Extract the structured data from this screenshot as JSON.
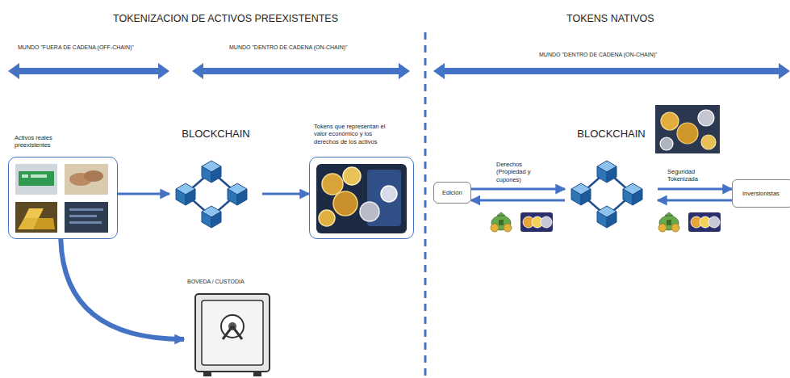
{
  "diagram": {
    "nodes": [
      {
        "text": [
          "Activos reales preexistentes"
        ]
      },
      {
        "text": [
          "BLOCKCHAIN"
        ]
      },
      {
        "text": [
          "Tokens que representan el valor económico y los derechos de los activos"
        ]
      },
      {
        "text": [
          "BOVEDA / CUSTODIA"
        ]
      },
      {
        "text": [
          "Edición"
        ]
      },
      {
        "text": [
          "BLOCKCHAIN"
        ]
      },
      {
        "text": [
          "Inversionistas"
        ]
      }
    ],
    "edges": [
      {
        "from": 0,
        "to": 1,
        "arrow": "to"
      },
      {
        "from": 1,
        "to": 2,
        "arrow": "to"
      },
      {
        "from": 0,
        "to": 3,
        "arrow": "to"
      },
      {
        "from": 4,
        "to": 5,
        "label": "Derechos (Propiedad y cupones)",
        "arrow": "to"
      },
      {
        "from": 5,
        "to": 4,
        "arrow": "to"
      },
      {
        "from": 5,
        "to": 6,
        "label": "Seguridad Tokenizada",
        "arrow": "to"
      },
      {
        "from": 6,
        "to": 5,
        "arrow": "to"
      }
    ],
    "labels": [
      "TOKENIZACION DE ACTIVOS PREEXISTENTES",
      "TOKENS NATIVOS",
      "MUNDO \"FUERA DE CADENA (OFF-CHAIN)\"",
      "MUNDO \"DENTRO DE CADENA (ON-CHAIN)\"",
      "MUNDO \"DENTRO DE CADENA (ON-CHAIN)\""
    ]
  }
}
